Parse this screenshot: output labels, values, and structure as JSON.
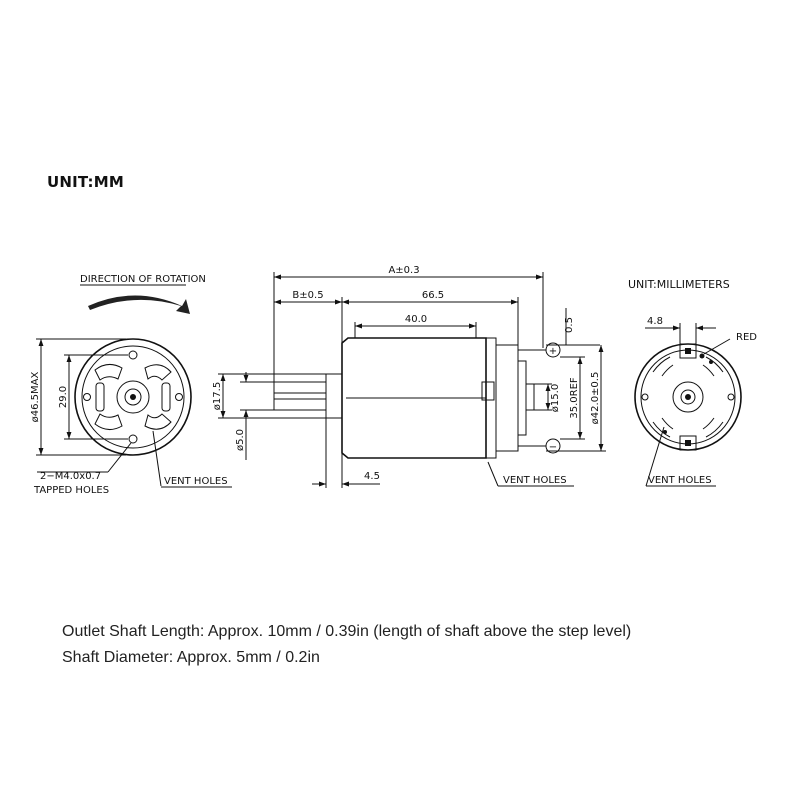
{
  "header": {
    "unit_title": "UNIT:MM"
  },
  "front_view": {
    "direction_label": "DIRECTION OF ROTATION",
    "dim_outer": "ø46.5MAX",
    "dim_holes": "29.0",
    "tapped_label_1": "2−M4.0x0.7",
    "tapped_label_2": "TAPPED HOLES",
    "vent_label": "VENT HOLES"
  },
  "side_view": {
    "dim_total": "A±0.3",
    "dim_b": "B±0.5",
    "dim_body": "66.5",
    "dim_can": "40.0",
    "dim_end_gap": "0.5",
    "dim_boss": "ø17.5",
    "dim_shaft": "ø5.0",
    "dim_step": "4.5",
    "dim_bearing": "ø15.0",
    "dim_ref": "35.0REF",
    "dim_dia": "ø42.0±0.5",
    "plus_sign": "+",
    "minus_sign": "−",
    "vent_label": "VENT HOLES"
  },
  "rear_view": {
    "unit_label": "UNIT:MILLIMETERS",
    "dim_terminal": "4.8",
    "red_label": "RED",
    "vent_label": "VENT HOLES"
  },
  "captions": {
    "line1": "Outlet Shaft Length: Approx. 10mm / 0.39in (length of shaft above the step level)",
    "line2": "Shaft Diameter: Approx. 5mm / 0.2in"
  }
}
